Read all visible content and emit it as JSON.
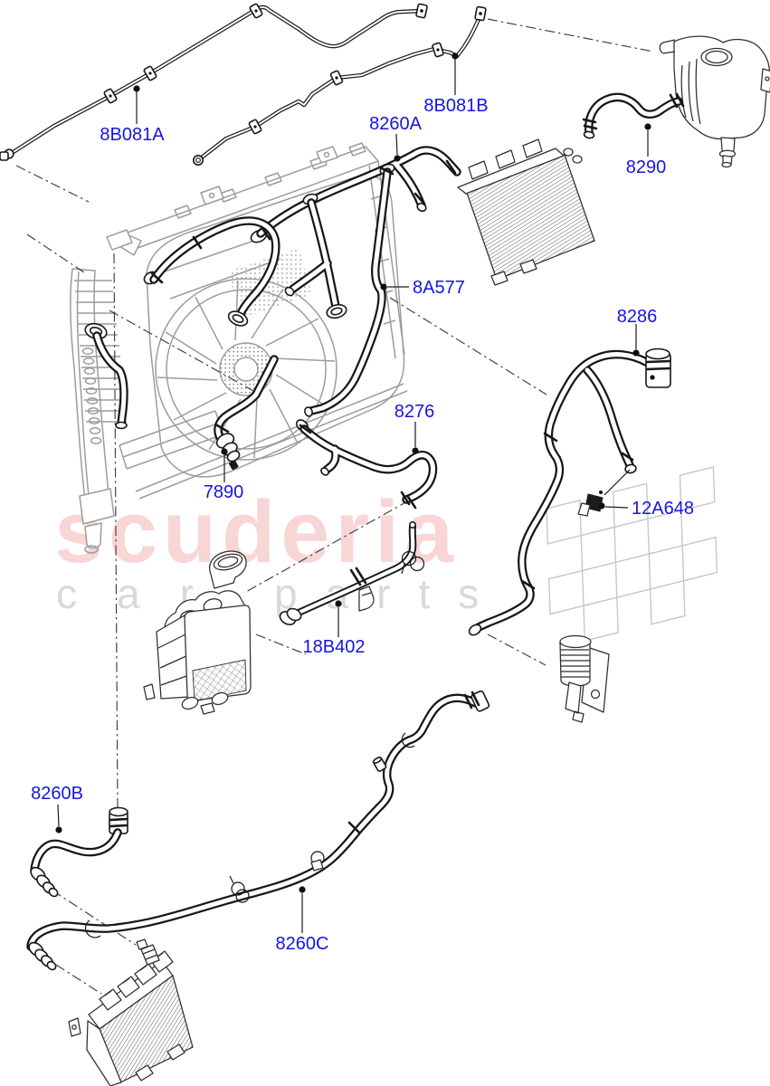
{
  "watermark": {
    "brand": "scuderia",
    "tagline_car": "car",
    "tagline_parts": "parts",
    "brand_color": "#f8d6d6",
    "tagline_color": "#d9d9d9"
  },
  "colors": {
    "label_blue": "#1515e0",
    "line_black": "#171717",
    "assembly_gray": "#9c9c9c"
  },
  "labels": [
    {
      "part_number": "8B081A"
    },
    {
      "part_number": "8B081B"
    },
    {
      "part_number": "8260A"
    },
    {
      "part_number": "8290"
    },
    {
      "part_number": "8A577"
    },
    {
      "part_number": "8286"
    },
    {
      "part_number": "7890"
    },
    {
      "part_number": "8276"
    },
    {
      "part_number": "12A648"
    },
    {
      "part_number": "18B402"
    },
    {
      "part_number": "8260B"
    },
    {
      "part_number": "8260C"
    }
  ]
}
